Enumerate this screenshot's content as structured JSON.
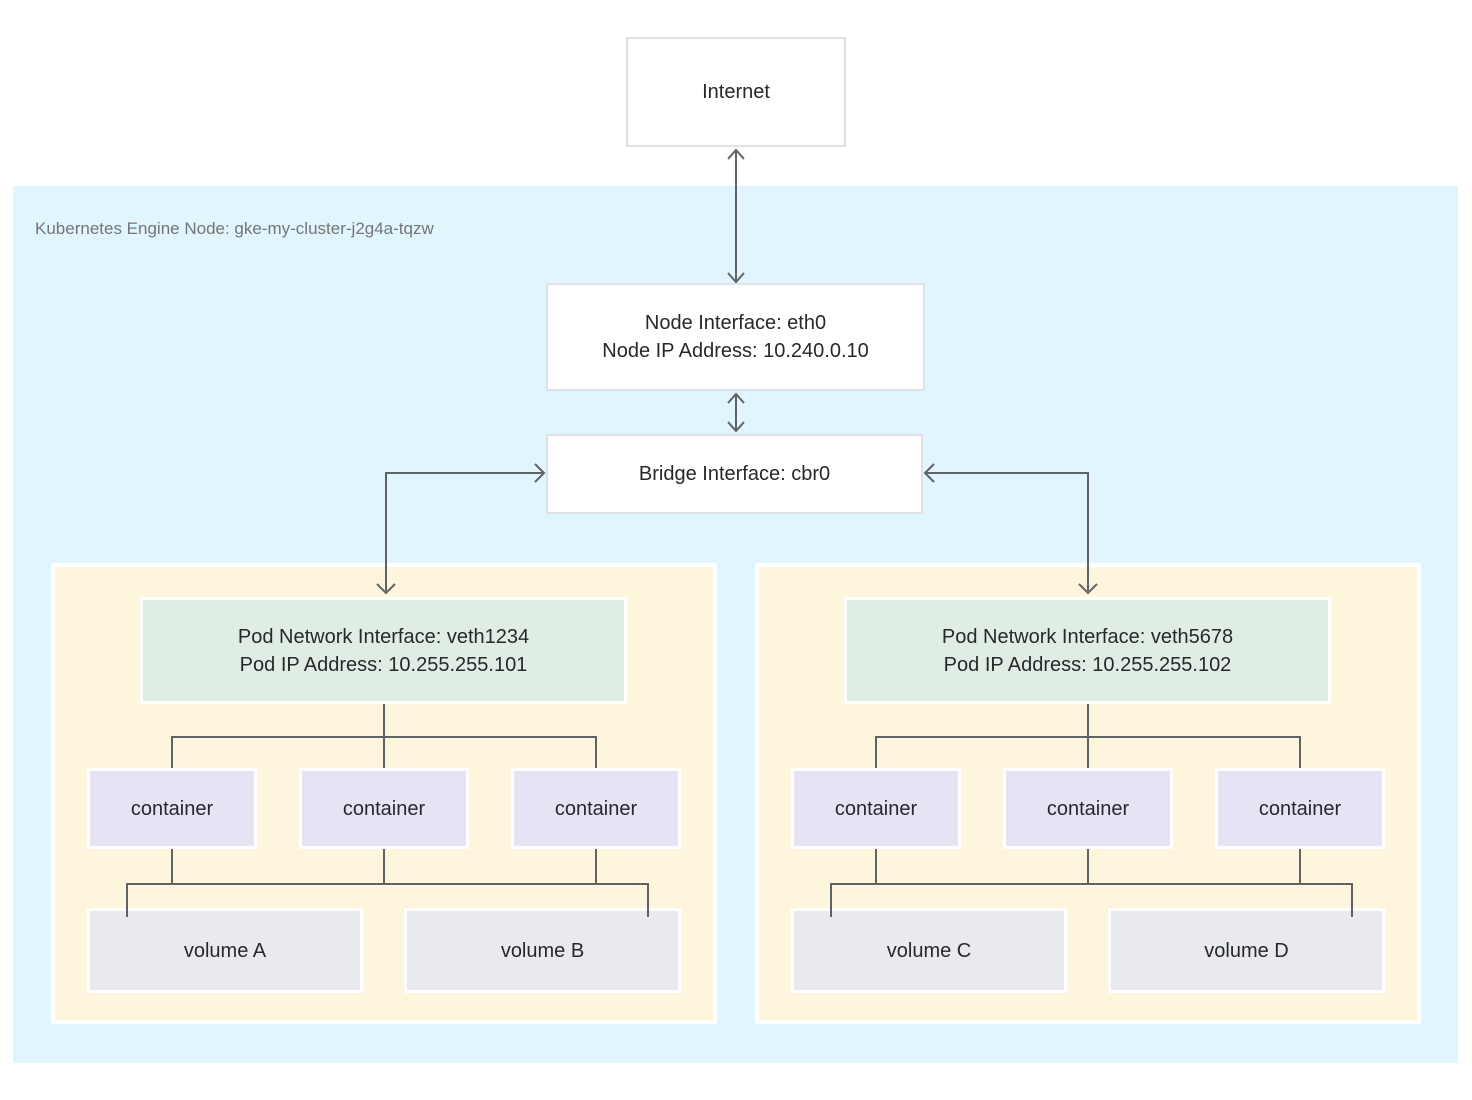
{
  "diagram": {
    "internet": {
      "label": "Internet"
    },
    "node_region": {
      "label": "Kubernetes Engine Node: gke-my-cluster-j2g4a-tqzw",
      "node_interface": {
        "line1": "Node Interface: eth0",
        "line2": "Node IP Address: 10.240.0.10"
      },
      "bridge_interface": {
        "label": "Bridge Interface: cbr0"
      },
      "pods": [
        {
          "network_interface": {
            "line1": "Pod Network Interface: veth1234",
            "line2": "Pod IP Address: 10.255.255.101"
          },
          "containers": [
            "container",
            "container",
            "container"
          ],
          "volumes": [
            "volume A",
            "volume B"
          ]
        },
        {
          "network_interface": {
            "line1": "Pod Network Interface: veth5678",
            "line2": "Pod IP Address: 10.255.255.102"
          },
          "containers": [
            "container",
            "container",
            "container"
          ],
          "volumes": [
            "volume C",
            "volume D"
          ]
        }
      ]
    },
    "colors": {
      "node_region_bg": "#e1f5fe",
      "pod_bg": "#fdf5dc",
      "pod_interface_bg": "#e0ede5",
      "container_bg": "#e7e3f5",
      "volume_bg": "#e8eaed",
      "plain_box_border": "#dfe1e4",
      "connector": "#5f6368",
      "text": "#26282c",
      "region_label_text": "#757575"
    }
  }
}
